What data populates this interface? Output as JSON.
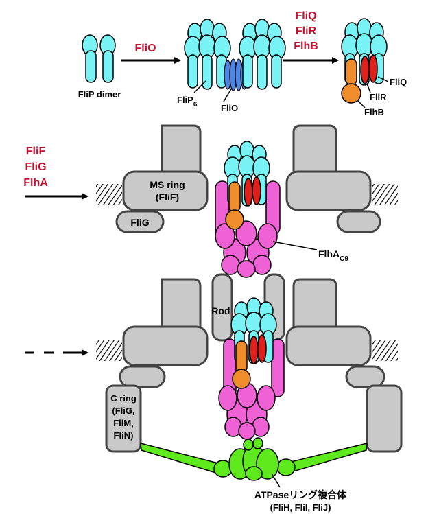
{
  "colors": {
    "red_label": "#c8102e",
    "cyan": "#79f3f5",
    "blue": "#4d86e6",
    "dark_red": "#e0201a",
    "orange": "#ef8c2c",
    "magenta": "#ef62d6",
    "gray": "#c9c9c9",
    "green": "#5fea1e",
    "stroke": "#000000"
  },
  "step1": {
    "arrow_label": "FliO",
    "flip_dimer": "FliP dimer",
    "flip6_main": "FliP",
    "flip6_sub": "6",
    "flio": "FliO"
  },
  "step2": {
    "arrow_labels": [
      "FliQ",
      "FliR",
      "FlhB"
    ],
    "fliq": "FliQ",
    "flir": "FliR",
    "flhb": "FlhB"
  },
  "step3": {
    "arrow_labels": [
      "FliF",
      "FliG",
      "FlhA"
    ],
    "ms_ring_line1": "MS ring",
    "ms_ring_line2": "(FliF)",
    "flig": "FliG",
    "flha_main": "FlhA",
    "flha_sub": "C9"
  },
  "step4": {
    "rod": "Rod",
    "c_ring_lines": [
      "C ring",
      "(FliG,",
      "FliM,",
      "FliN)"
    ],
    "atpase_line1": "ATPaseリング複合体",
    "atpase_line2": "(FliH, FliI, FliJ)"
  }
}
